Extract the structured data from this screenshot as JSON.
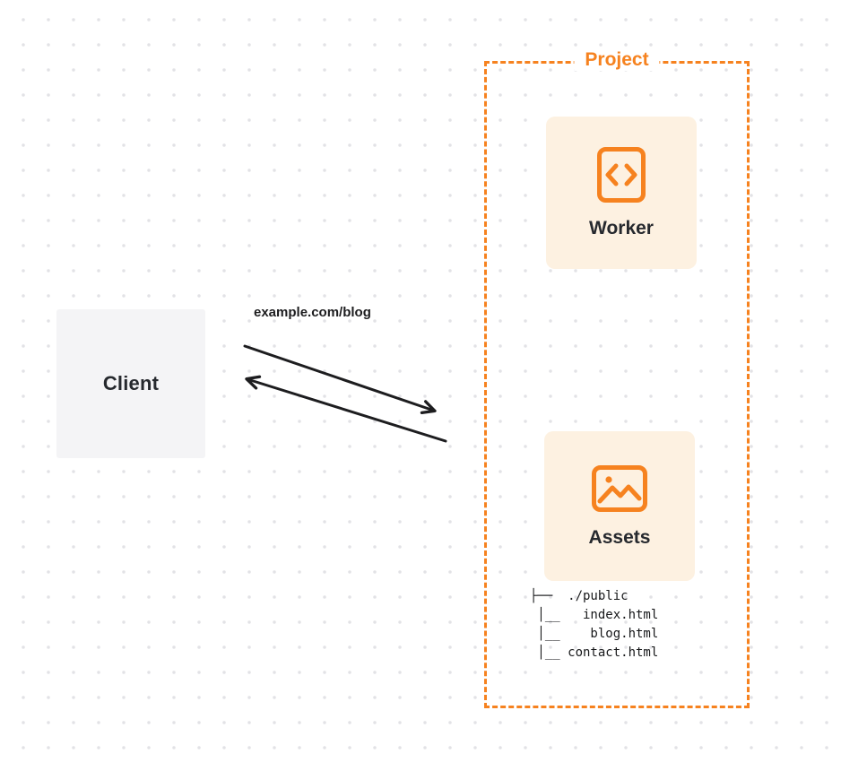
{
  "client": {
    "label": "Client"
  },
  "request": {
    "label": "example.com/blog"
  },
  "project": {
    "title": "Project",
    "worker_label": "Worker",
    "assets_label": "Assets",
    "tree": [
      "├──  ./public",
      " │__   index.html",
      " │__    blog.html",
      " │__ contact.html"
    ]
  },
  "icons": {
    "worker": "code-icon",
    "assets": "image-icon"
  },
  "colors": {
    "accent_orange": "#f6821f",
    "card_bg": "#fdf1e1",
    "client_bg": "#f4f4f6",
    "text_dark": "#1d1d1f",
    "dot_grid": "#e2e2e6",
    "arrow": "#1d1d1f"
  }
}
